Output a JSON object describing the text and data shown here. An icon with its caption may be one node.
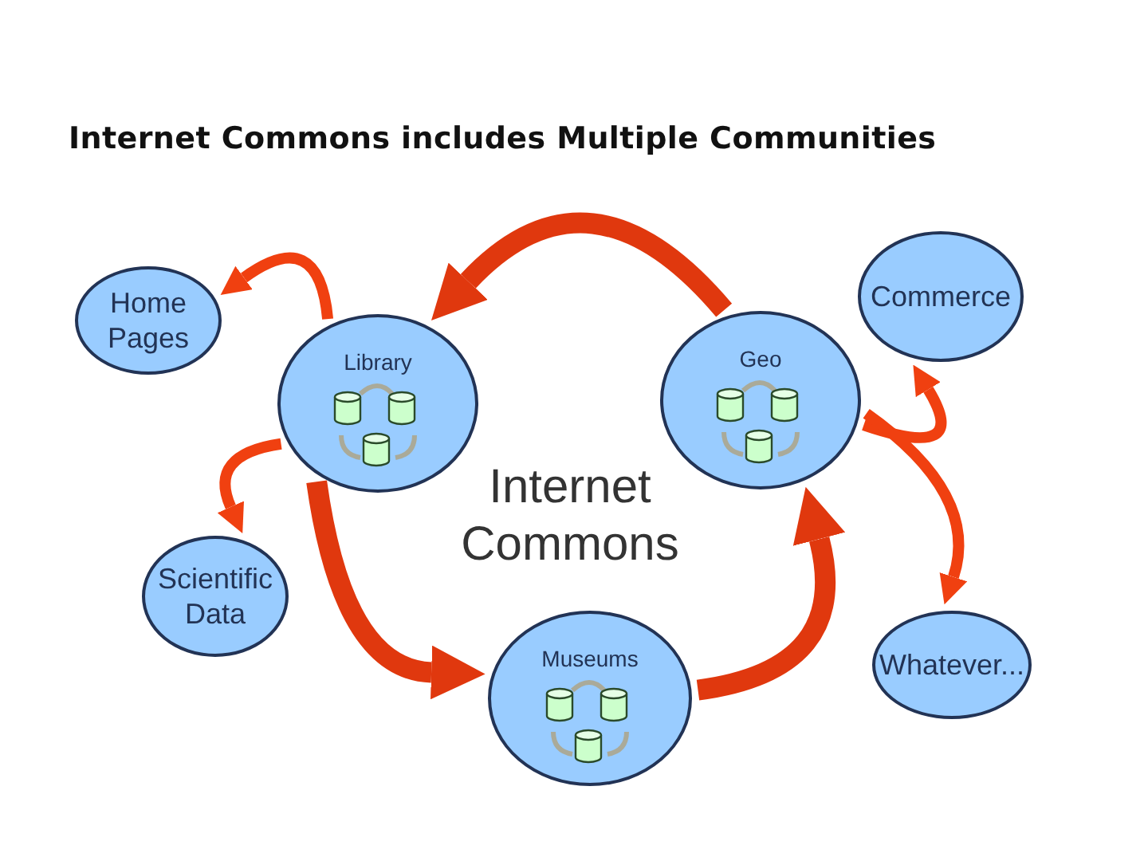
{
  "diagram": {
    "title": "Internet Commons includes Multiple Communities",
    "nodes": [
      {
        "text": [
          "Home Pages"
        ]
      },
      {
        "text": [
          "Library"
        ]
      },
      {
        "text": [
          "Geo"
        ]
      },
      {
        "text": [
          "Commerce"
        ]
      },
      {
        "text": [
          "Scientific Data"
        ]
      },
      {
        "text": [
          "Museums"
        ]
      },
      {
        "text": [
          "Whatever..."
        ]
      }
    ],
    "edges": [
      {
        "from": 2,
        "to": 1,
        "arrow": "to",
        "style": "thick"
      },
      {
        "from": 1,
        "to": 5,
        "arrow": "to",
        "style": "thick"
      },
      {
        "from": 5,
        "to": 2,
        "arrow": "to",
        "style": "thick"
      },
      {
        "from": 1,
        "to": 0,
        "arrow": "to"
      },
      {
        "from": 1,
        "to": 4,
        "arrow": "to"
      },
      {
        "from": 2,
        "to": 3,
        "arrow": "to"
      },
      {
        "from": 2,
        "to": 6,
        "arrow": "to"
      }
    ],
    "labels": [
      "Internet Commons"
    ]
  }
}
